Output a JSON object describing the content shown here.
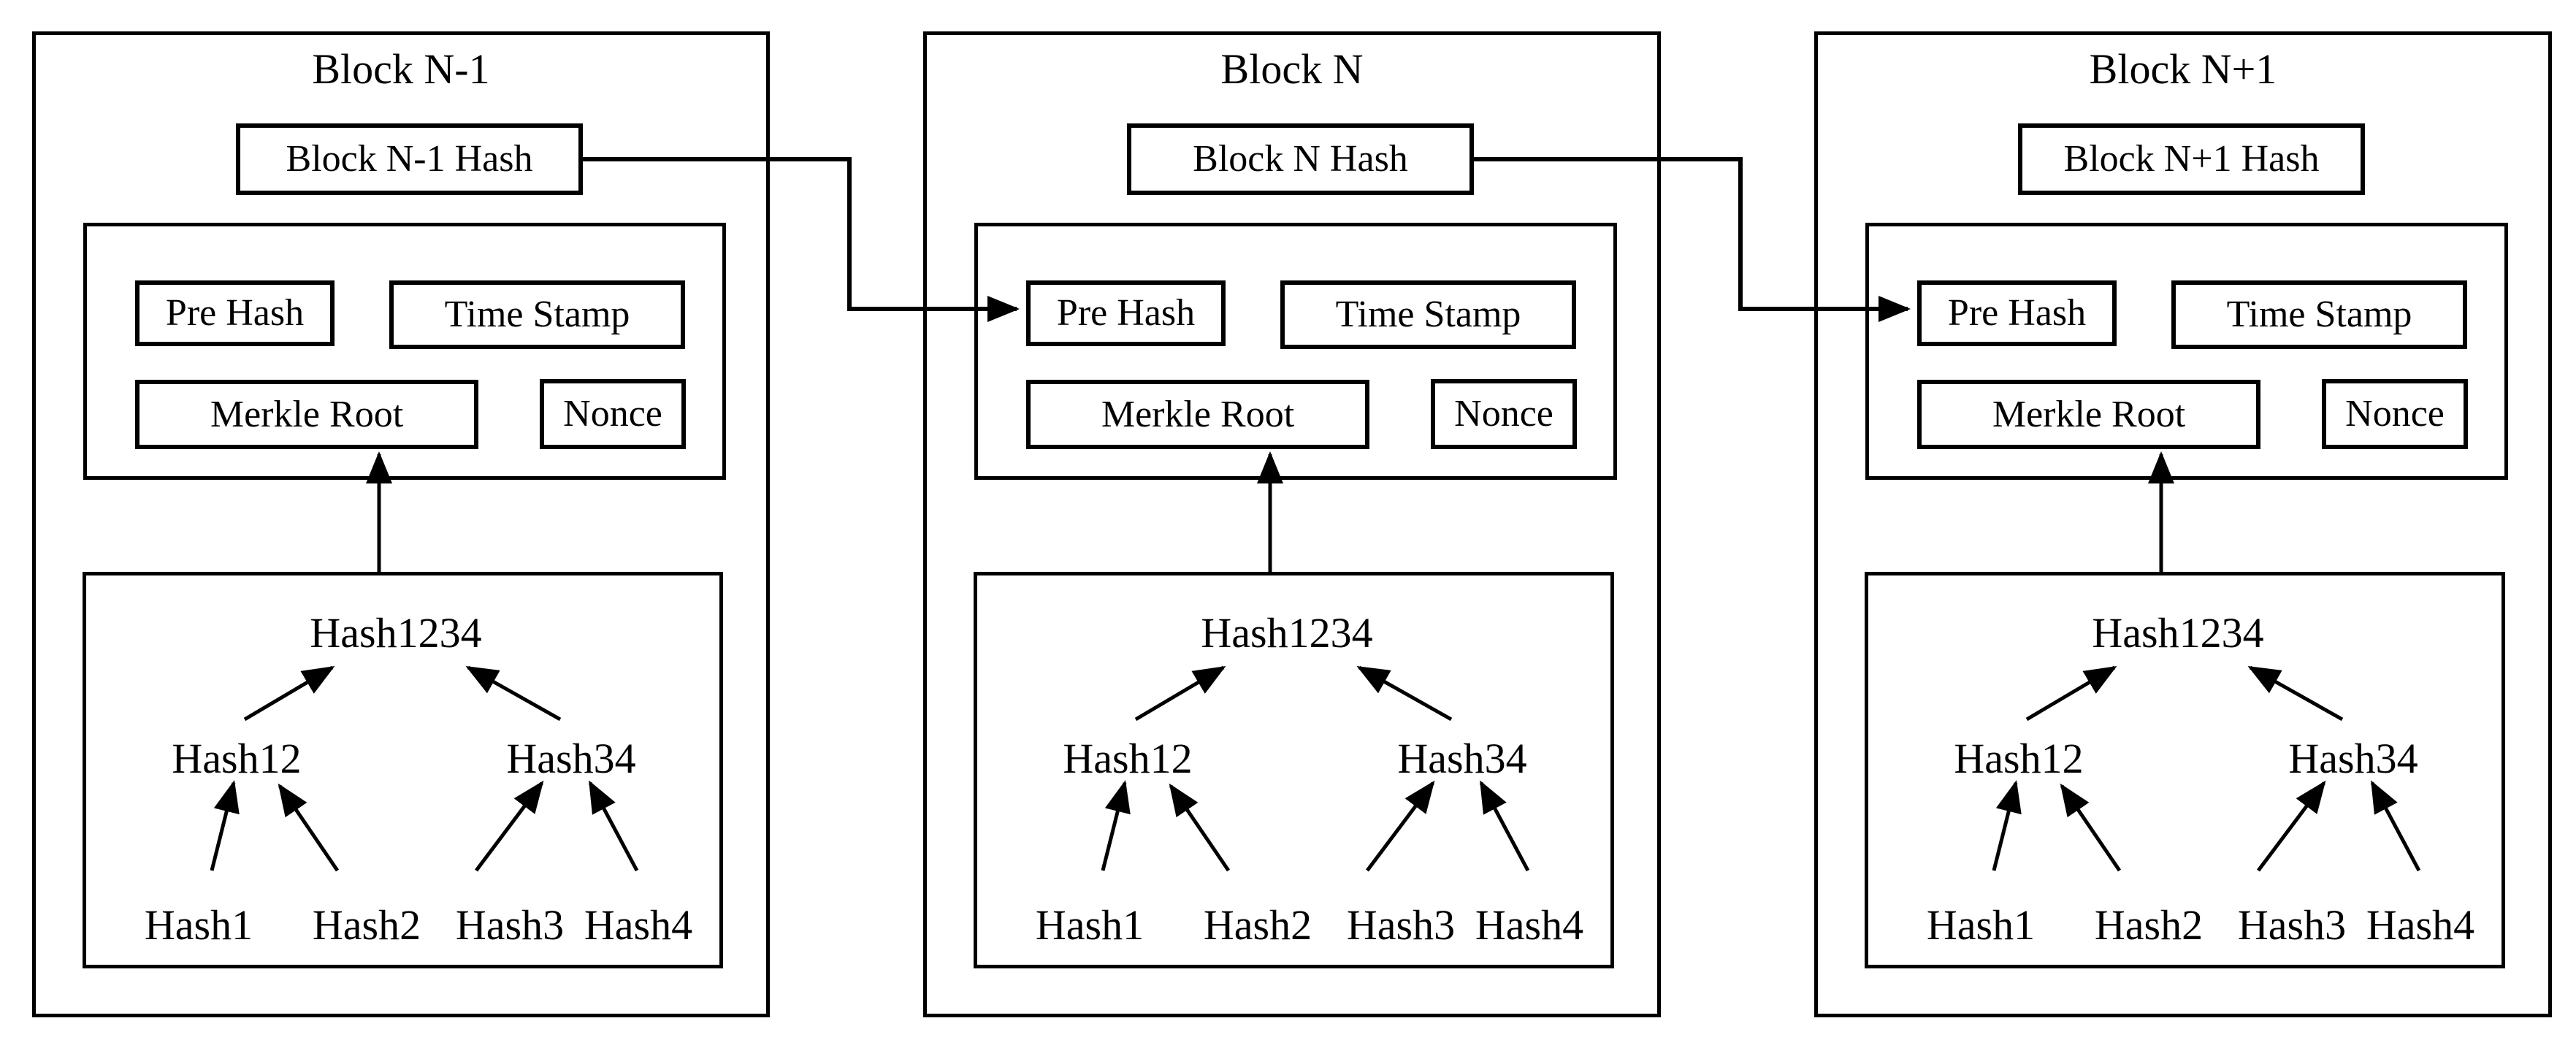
{
  "diagram": {
    "colors": {
      "stroke": "#000000",
      "background": "#ffffff"
    },
    "blocks": [
      {
        "title": "Block N-1",
        "hash_label": "Block N-1 Hash",
        "header": {
          "pre_hash": "Pre Hash",
          "time_stamp": "Time Stamp",
          "merkle_root": "Merkle Root",
          "nonce": "Nonce"
        },
        "merkle_tree": {
          "root": "Hash1234",
          "level1": [
            "Hash12",
            "Hash34"
          ],
          "leaves": [
            "Hash1",
            "Hash2",
            "Hash3",
            "Hash4"
          ]
        }
      },
      {
        "title": "Block N",
        "hash_label": "Block N Hash",
        "header": {
          "pre_hash": "Pre Hash",
          "time_stamp": "Time Stamp",
          "merkle_root": "Merkle Root",
          "nonce": "Nonce"
        },
        "merkle_tree": {
          "root": "Hash1234",
          "level1": [
            "Hash12",
            "Hash34"
          ],
          "leaves": [
            "Hash1",
            "Hash2",
            "Hash3",
            "Hash4"
          ]
        }
      },
      {
        "title": "Block N+1",
        "hash_label": "Block N+1 Hash",
        "header": {
          "pre_hash": "Pre Hash",
          "time_stamp": "Time Stamp",
          "merkle_root": "Merkle Root",
          "nonce": "Nonce"
        },
        "merkle_tree": {
          "root": "Hash1234",
          "level1": [
            "Hash12",
            "Hash34"
          ],
          "leaves": [
            "Hash1",
            "Hash2",
            "Hash3",
            "Hash4"
          ]
        }
      }
    ]
  }
}
